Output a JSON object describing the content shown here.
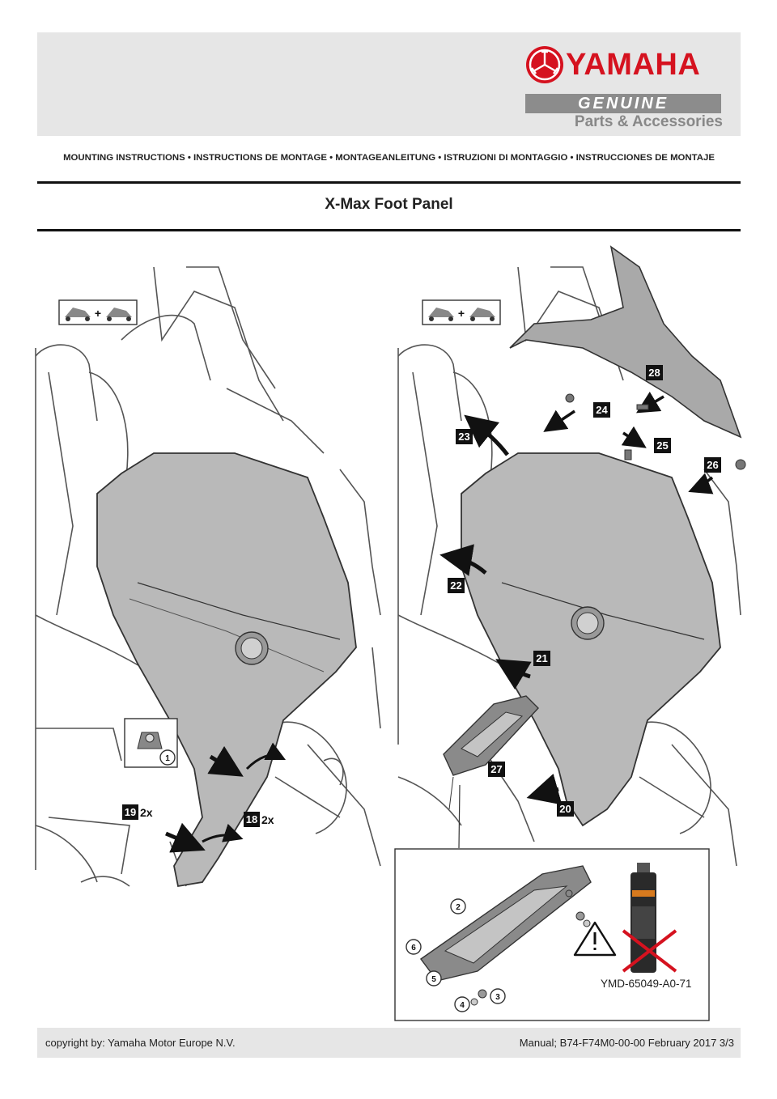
{
  "header": {
    "brand": "YAMAHA",
    "genuine": "GENUINE",
    "parts": "Parts & Accessories"
  },
  "instructions_line": "MOUNTING INSTRUCTIONS • INSTRUCTIONS DE MONTAGE • MONTAGEANLEITUNG • ISTRUZIONI DI MONTAGGIO • INSTRUCCIONES DE MONTAJE",
  "title": "X-Max Foot Panel",
  "left_figure": {
    "steps": [
      {
        "number": "19",
        "qty": "2x"
      },
      {
        "number": "18",
        "qty": "2x"
      }
    ],
    "detail_callout": "1"
  },
  "right_figure": {
    "steps": [
      "28",
      "24",
      "23",
      "25",
      "26",
      "22",
      "21",
      "27",
      "20"
    ],
    "detail_callouts": [
      "2",
      "6",
      "5",
      "4",
      "3"
    ],
    "part_number": "YMD-65049-A0-71",
    "warning_icon": "warning-triangle-icon",
    "product_icon": "spray-can-crossed-icon"
  },
  "footer": {
    "copyright": "copyright by: Yamaha Motor Europe N.V.",
    "manual": "Manual; B74-F74M0-00-00 February 2017 3/3"
  },
  "colors": {
    "brand_red": "#d5121f",
    "panel_gray": "#b9b9b9",
    "header_gray": "#e6e6e6"
  }
}
